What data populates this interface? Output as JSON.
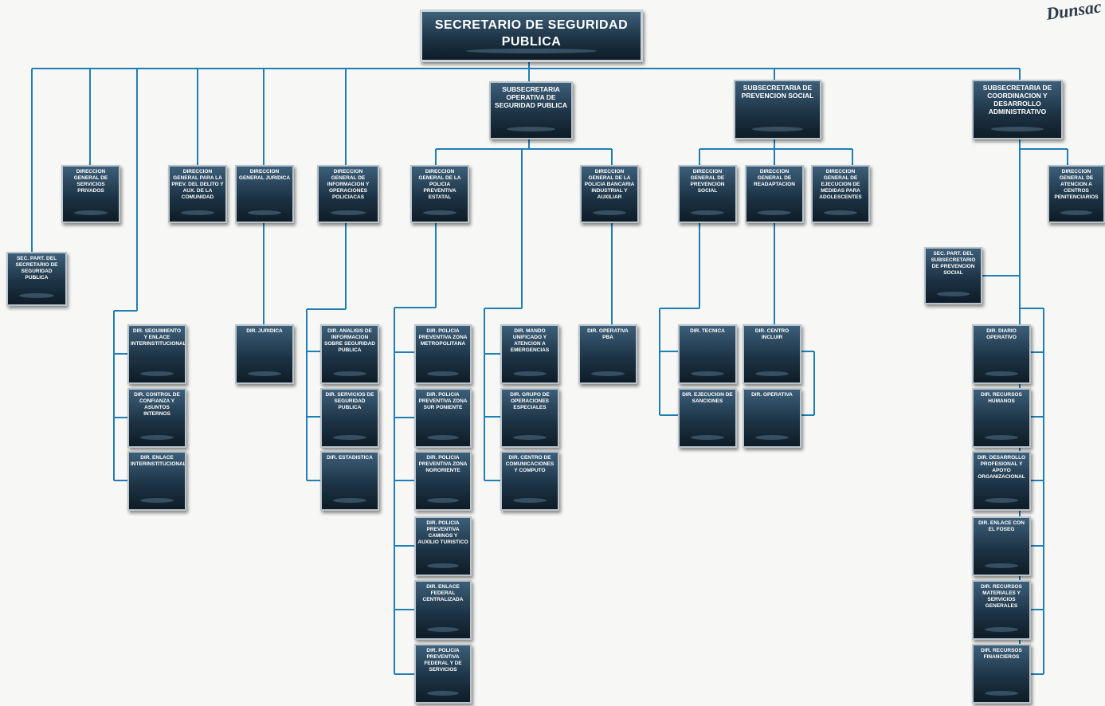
{
  "brand": {
    "logo_text": "Dunsac"
  },
  "chart": {
    "top": "SECRETARIO DE SEGURIDAD PUBLICA",
    "sub_operativa": "SUBSECRETARIA OPERATIVA DE SEGURIDAD PUBLICA",
    "sub_prevencion": "SUBSECRETARIA DE PREVENCION SOCIAL",
    "sub_coordinacion": "SUBSECRETARIA DE COORDINACION Y DESARROLLO ADMINISTRATIVO",
    "dir_servicios_privados": "DIRECCION GENERAL DE SERVICIOS PRIVADOS",
    "sec_part_secretario": "SEC. PART. DEL SECRETARIO DE SEGURIDAD PUBLICA",
    "dir_prev_delito": "DIRECCION GENERAL PARA LA PREV. DEL DELITO Y AUX. DE LA COMUNIDAD",
    "dir_juridica": "DIRECCION GENERAL JURIDICA",
    "dir_informacion": "DIRECCION GENERAL DE INFORMACION Y OPERACIONES POLICIACAS",
    "dir_policia_preventiva": "DIRECCION GENERAL DE LA POLICIA PREVENTIVA ESTATAL",
    "dir_policia_bancaria": "DIRECCION GENERAL DE LA POLICIA BANCARIA INDUSTRIAL Y AUXILIAR",
    "dir_prev_social": "DIRECCION GENERAL DE PREVENCION SOCIAL",
    "dir_readaptacion": "DIRECCION GENERAL DE READAPTACION",
    "dir_ejecucion": "DIRECCION GENERAL DE EJECUCION DE MEDIDAS PARA ADOLESCENTES",
    "dir_atencion_ciudadana": "DIRECCION GENERAL DE ATENCION A CENTROS PENITENCIARIOS",
    "sec_part_subsec": "SEC. PART. DEL SUBSECRETARIO DE PREVENCION SOCIAL",
    "dir_seguimiento": "DIR. SEGUIMIENTO Y ENLACE INTERINSTITUCIONAL",
    "dir_control": "DIR. CONTROL DE CONFIANZA Y ASUNTOS INTERNOS",
    "dir_enlace_interinst": "DIR. ENLACE INTERINSTITUCIONAL",
    "dir_juridica_unit": "DIR. JURIDICA",
    "dir_analisis": "DIR. ANALISIS DE INFORMACION SOBRE SEGURIDAD PUBLICA",
    "dir_servicios_seg": "DIR. SERVICIOS DE SEGURIDAD PUBLICA",
    "dir_estadistica": "DIR. ESTADISTICA",
    "dir_zona_metro": "DIR. POLICIA PREVENTIVA ZONA METROPOLITANA",
    "dir_zona_sur": "DIR. POLICIA PREVENTIVA ZONA SUR PONIENTE",
    "dir_zona_norte": "DIR. POLICIA PREVENTIVA ZONA NORORIENTE",
    "dir_caminos": "DIR. POLICIA PREVENTIVA CAMINOS Y AUXILIO TURISTICO",
    "dir_enlace_federal": "DIR. ENLACE FEDERAL CENTRALIZADA",
    "dir_policia_federal": "DIR. POLICIA PREVENTIVA FEDERAL Y DE SERVICIOS",
    "dir_mando": "DIR. MANDO UNIFICADO Y ATENCION A EMERGENCIAS",
    "dir_grupo_especial": "DIR. GRUPO DE OPERACIONES ESPECIALES",
    "dir_centro": "DIR. CENTRO DE COMUNICACIONES Y COMPUTO",
    "dir_operativa_pba": "DIR. OPERATIVA PBA",
    "dir_tecnica": "DIR. TECNICA",
    "dir_ejecucion_sanciones": "DIR. EJECUCION DE SANCIONES",
    "dir_centro_incluir": "DIR. CENTRO INCLUIR",
    "dir_operativa_pv": "DIR. OPERATIVA",
    "dir_diario": "DIR. DIARIO OPERATIVO",
    "dir_recursos_humanos": "DIR. RECURSOS HUMANOS",
    "dir_desarrollo": "DIR. DESARROLLO PROFESIONAL Y APOYO ORGANIZACIONAL",
    "dir_enlace_fondos": "DIR. ENLACE CON EL FOSEG",
    "dir_recursos_materiales": "DIR. RECURSOS MATERIALES Y SERVICIOS GENERALES",
    "dir_recursos_financieros": "DIR. RECURSOS FINANCIEROS"
  }
}
